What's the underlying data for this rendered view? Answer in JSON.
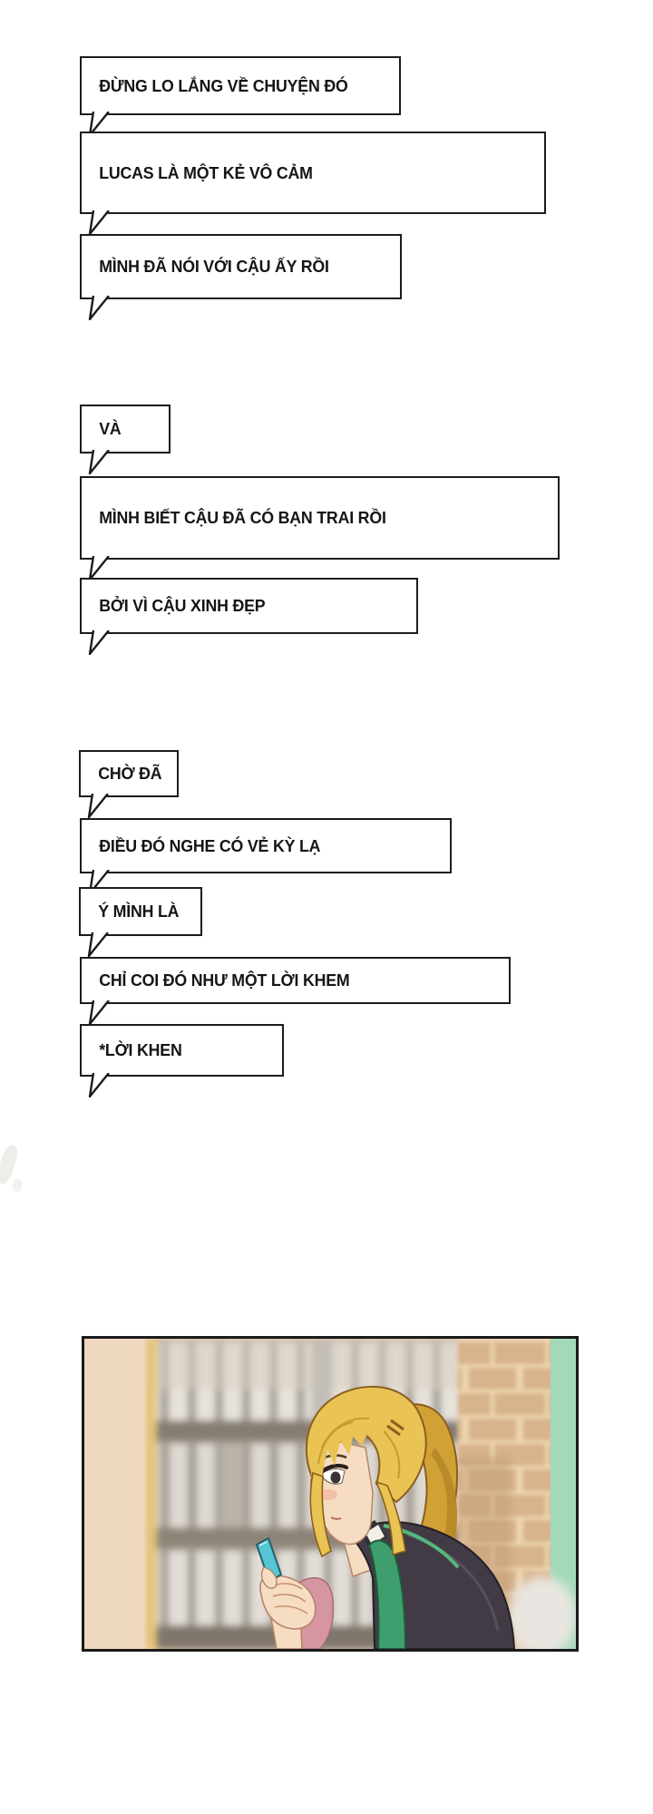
{
  "page": {
    "background": "#ffffff",
    "type": "webtoon-comic-page"
  },
  "bubbles": [
    {
      "text": "ĐỪNG LO LẮNG VỀ CHUYỆN ĐÓ"
    },
    {
      "text": "LUCAS LÀ MỘT KẺ VÔ CẢM"
    },
    {
      "text": "MÌNH ĐÃ NÓI VỚI CẬU ẤY RỒI"
    },
    {
      "text": "VÀ"
    },
    {
      "text": "MÌNH BIẾT CẬU ĐÃ CÓ BẠN TRAI RỒI"
    },
    {
      "text": "BỞI VÌ CẬU XINH ĐẸP"
    },
    {
      "text": "CHỜ ĐÃ"
    },
    {
      "text": "ĐIỀU ĐÓ NGHE CÓ VẺ KỲ LẠ"
    },
    {
      "text": "Ý MÌNH LÀ"
    },
    {
      "text": "CHỈ COI ĐÓ NHƯ MỘT LỜI KHEM"
    },
    {
      "text": "*LỜI KHEN"
    }
  ],
  "panel": {
    "scene": "blonde-ponytail-girl-in-dark-jacket-looking-down-at-teal-phone",
    "colors": {
      "hair": "#e9c353",
      "hair_shadow": "#d1a136",
      "skin": "#f6dcc2",
      "jacket": "#423b45",
      "shirt_green": "#3f9e6e",
      "piping_green": "#54b87c",
      "phone_teal": "#54c6d4",
      "sleeve_pink": "#d596a1",
      "wall_beige": "#eed8c0",
      "brick": "#d8b48c",
      "mint": "#a3d8b8",
      "bubble_border": "#1c1c1c"
    }
  }
}
